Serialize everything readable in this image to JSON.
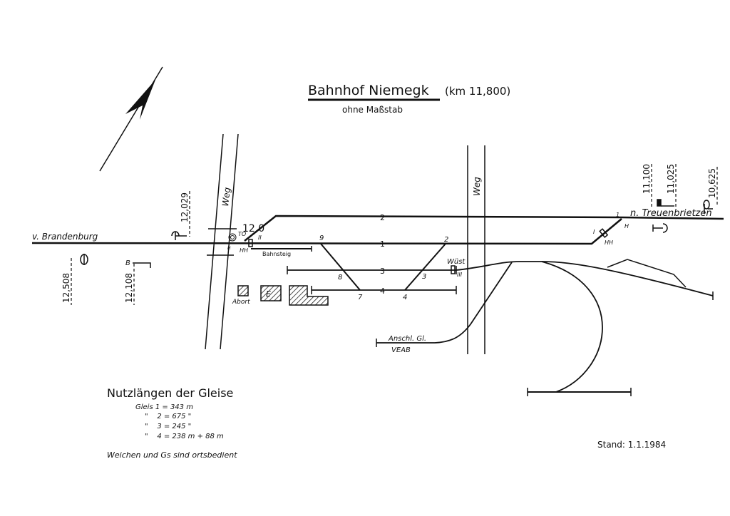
{
  "title": {
    "station": "Bahnhof  Niemegk",
    "km": "(km 11,800)",
    "subtitle": "ohne Maßstab"
  },
  "directions": {
    "west": "v. Brandenburg",
    "east": "n. Treuenbrietzen"
  },
  "roads": {
    "left": "Weg",
    "center": "Weg"
  },
  "tracks": {
    "t1": "1",
    "t2": "2",
    "t3": "3",
    "t4": "4"
  },
  "switches": {
    "s1": "1",
    "s2": "2",
    "s3": "3",
    "s4": "4",
    "s7": "7",
    "s8": "8",
    "s9": "9",
    "wuest": "Wüst"
  },
  "markers": {
    "sig_to": "TO",
    "sig_II": "II",
    "sig_III": "III",
    "sig_I": "I",
    "hh_left": "HH",
    "h_left": "H",
    "hh_right": "HH",
    "h_right": "H",
    "b": "B",
    "gradient": "12,0"
  },
  "km_posts": {
    "k12508": "12,508",
    "k12108": "12,108",
    "k12029": "12,029",
    "k11100": "11,100",
    "k11025": "11,025",
    "k10625": "10,625"
  },
  "platform": "Bahnsteig",
  "buildings": {
    "abort": "Abort",
    "e": "E"
  },
  "siding": {
    "label": "Anschl. Gl.",
    "owner": "VEAB"
  },
  "lengths": {
    "heading": "Nutzlängen der Gleise",
    "rows": [
      "Gleis  1 = 343 m",
      "\"    2 = 675 \"",
      "\"    3 = 245 \"",
      "\"    4 = 238 m + 88 m"
    ],
    "note": "Weichen und Gs  sind  ortsbedient"
  },
  "stand": "Stand:  1.1.1984"
}
